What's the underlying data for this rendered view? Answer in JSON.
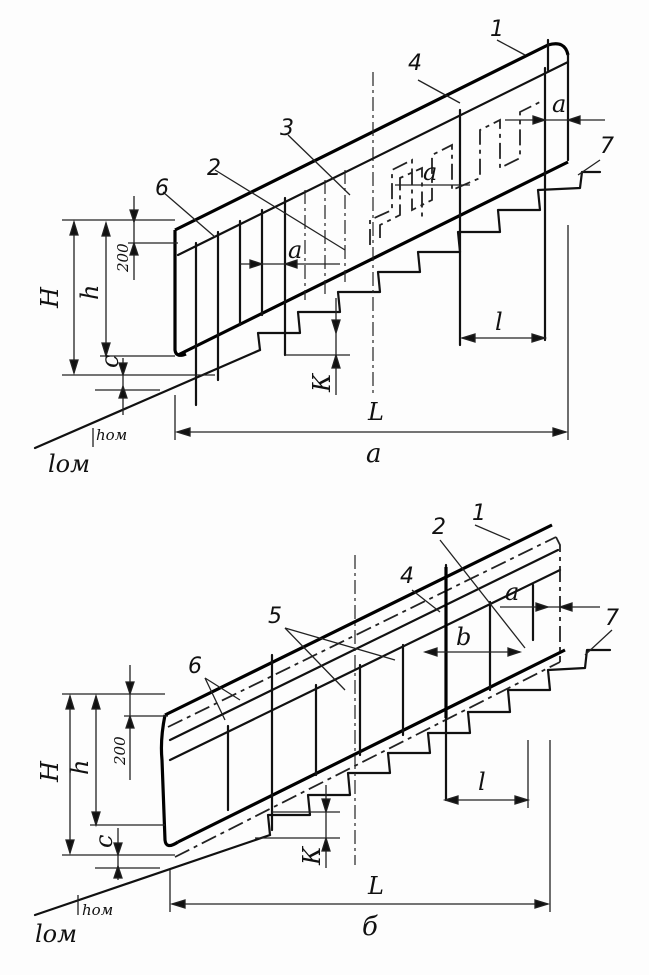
{
  "figure_a": {
    "caption": "а",
    "callouts": [
      "1",
      "2",
      "3",
      "4",
      "6",
      "7"
    ],
    "dims": {
      "H": "H",
      "h": "h",
      "rail_height": "200",
      "c": "c",
      "h_om": "hом",
      "l_om": "lом",
      "L": "L",
      "l": "l",
      "k": "К",
      "a1": "a",
      "a2": "a",
      "a3": "a"
    }
  },
  "figure_b": {
    "caption": "б",
    "callouts": [
      "1",
      "2",
      "4",
      "5",
      "6",
      "7"
    ],
    "dims": {
      "H": "H",
      "h": "h",
      "rail_height": "200",
      "c": "c",
      "h_om": "hом",
      "l_om": "lом",
      "L": "L",
      "l": "l",
      "k": "К",
      "a": "a",
      "b": "b"
    }
  }
}
